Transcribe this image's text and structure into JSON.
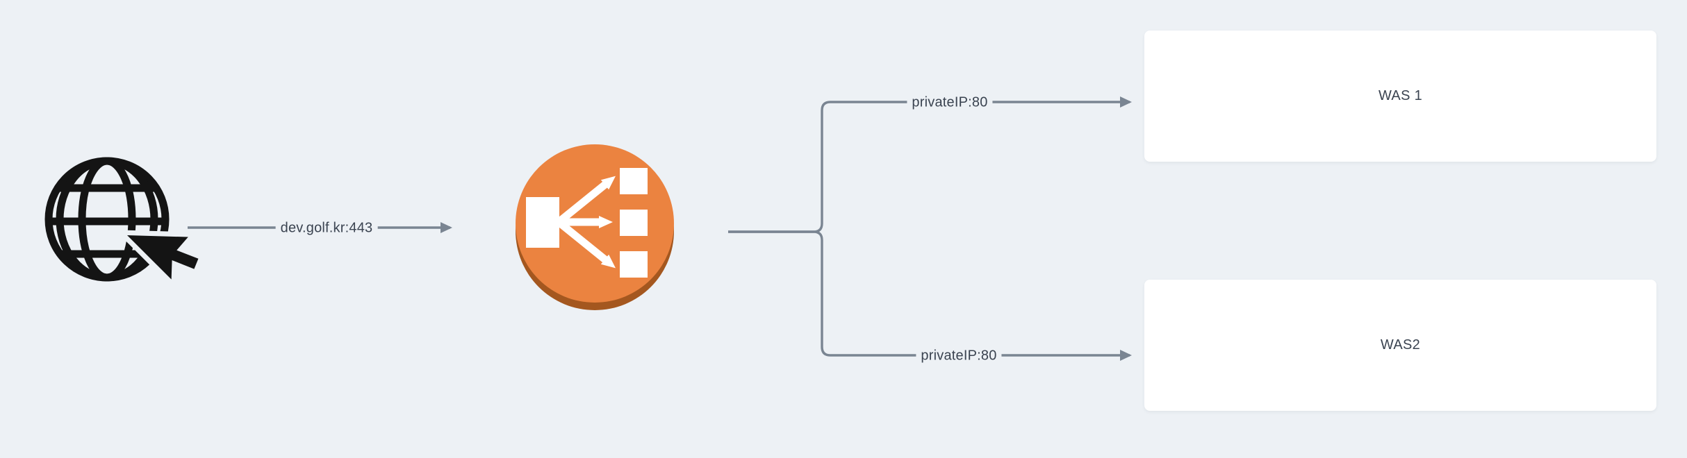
{
  "diagram": {
    "background_color": "#edf1f5",
    "edge_color": "#7a8592",
    "label_color": "#3a4350",
    "internet_node": {
      "icon": "globe-with-cursor",
      "icon_color": "#141414"
    },
    "load_balancer_node": {
      "icon": "elastic-load-balancer",
      "icon_color": "#eb8340",
      "icon_shadow_color": "#a4571f"
    },
    "edges": {
      "client_to_lb": {
        "label": "dev.golf.kr:443"
      },
      "lb_to_was1": {
        "label": "privateIP:80"
      },
      "lb_to_was2": {
        "label": "privateIP:80"
      }
    },
    "nodes": {
      "was1": {
        "label": "WAS 1"
      },
      "was2": {
        "label": "WAS2"
      }
    }
  }
}
